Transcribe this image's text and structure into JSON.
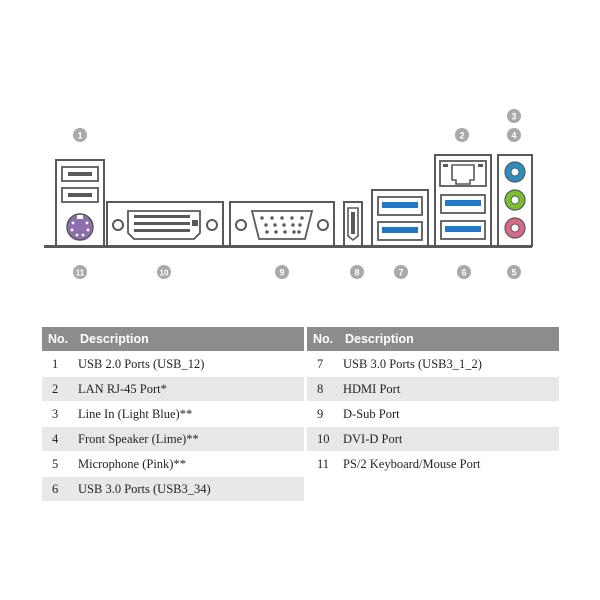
{
  "table": {
    "header": {
      "no": "No.",
      "description": "Description"
    },
    "left_rows": [
      {
        "no": "1",
        "description": "USB 2.0 Ports (USB_12)"
      },
      {
        "no": "2",
        "description": "LAN RJ-45 Port*"
      },
      {
        "no": "3",
        "description": "Line In (Light Blue)**"
      },
      {
        "no": "4",
        "description": "Front Speaker (Lime)**"
      },
      {
        "no": "5",
        "description": "Microphone (Pink)**"
      },
      {
        "no": "6",
        "description": "USB 3.0 Ports (USB3_34)"
      }
    ],
    "right_rows": [
      {
        "no": "7",
        "description": "USB 3.0 Ports (USB3_1_2)"
      },
      {
        "no": "8",
        "description": "HDMI Port"
      },
      {
        "no": "9",
        "description": "D-Sub Port"
      },
      {
        "no": "10",
        "description": "DVI-D Port"
      },
      {
        "no": "11",
        "description": "PS/2 Keyboard/Mouse Port"
      }
    ]
  },
  "callouts": {
    "c1": "1",
    "c2": "2",
    "c3": "3",
    "c4": "4",
    "c5": "5",
    "c6": "6",
    "c7": "7",
    "c8": "8",
    "c9": "9",
    "c10": "10",
    "c11": "11"
  },
  "colors": {
    "line_in": "#2a8fc0",
    "front_speaker": "#7cbf2e",
    "microphone": "#d86a86",
    "usb3_blue": "#1f78c8",
    "ps2_purple": "#8e6fae",
    "callout_gray": "#a7a9ac",
    "header_gray": "#8c8c8e"
  }
}
